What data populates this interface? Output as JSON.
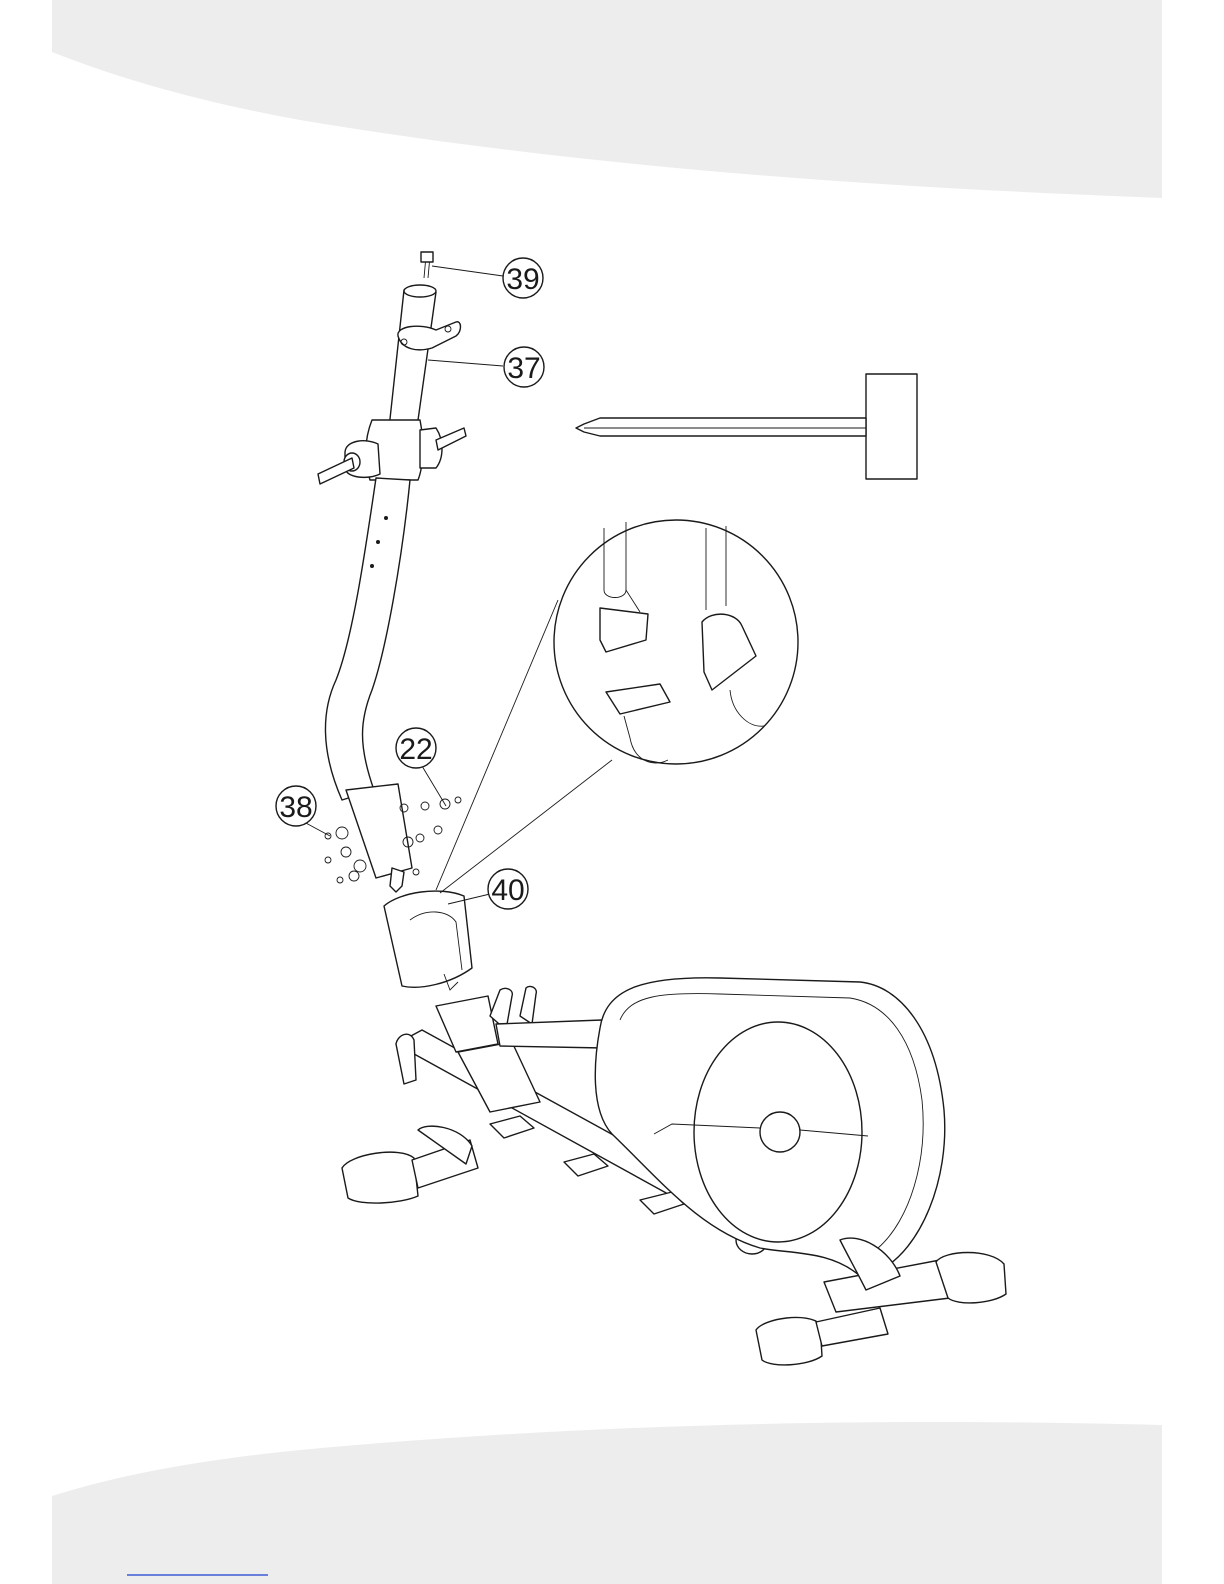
{
  "band_color": "#ededee",
  "link_color": "#3d5bd6",
  "callouts": {
    "c39": "39",
    "c37": "37",
    "c22": "22",
    "c38": "38",
    "c40": "40"
  },
  "tool_icon": "screwdriver-icon",
  "detail_icon": "connector-detail-icon"
}
